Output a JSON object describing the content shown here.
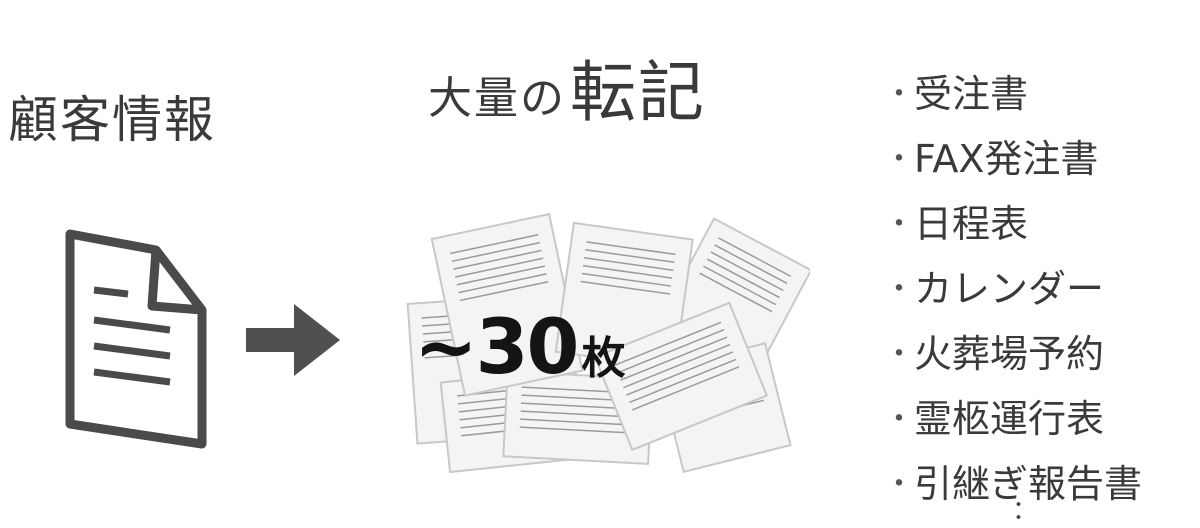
{
  "left_title": "顧客情報",
  "middle_title": {
    "prefix": "大量の",
    "emphasis": "転記"
  },
  "count": {
    "number": "~30",
    "unit": "枚"
  },
  "list": {
    "bullet": "・",
    "items": [
      "受注書",
      "FAX発注書",
      "日程表",
      "カレンダー",
      "火葬場予約",
      "霊柩運行表",
      "引継ぎ報告書"
    ],
    "continuation": "："
  },
  "colors": {
    "text": "#3a3a3a",
    "icon": "#4a4a4a",
    "paper_fill": "#f4f4f4"
  },
  "icons": {
    "document": "document-icon",
    "arrow": "arrow-right-icon",
    "stack": "paper-stack-icon"
  }
}
